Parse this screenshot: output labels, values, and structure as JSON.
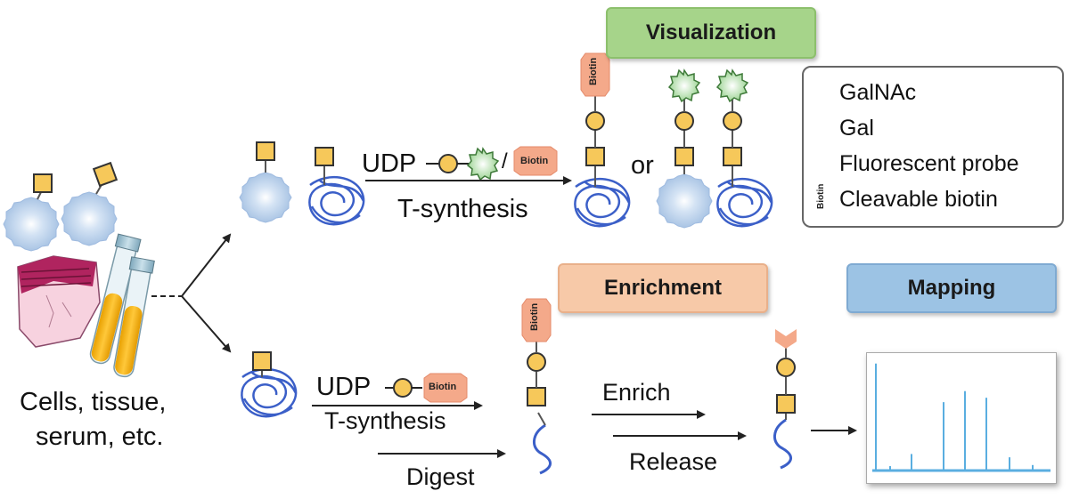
{
  "headers": {
    "visualization": "Visualization",
    "enrichment": "Enrichment",
    "mapping": "Mapping"
  },
  "sample": {
    "line1": "Cells, tissue,",
    "line2": "serum, etc."
  },
  "top_path": {
    "reagent_prefix": "UDP",
    "slash": "/",
    "reaction": "T-synthesis",
    "or": "or"
  },
  "bottom_path": {
    "reagent_prefix": "UDP",
    "reaction": "T-synthesis",
    "digest": "Digest",
    "enrich": "Enrich",
    "release": "Release"
  },
  "biotin_tag": "Biotin",
  "legend": {
    "items": [
      {
        "label": "GalNAc",
        "icon": "galnac-square-icon"
      },
      {
        "label": "Gal",
        "icon": "gal-circle-icon"
      },
      {
        "label": "Fluorescent probe",
        "icon": "fluorescent-probe-star-icon"
      },
      {
        "label": "Cleavable biotin",
        "icon": "cleavable-biotin-icon"
      }
    ]
  },
  "colors": {
    "galnac_fill": "#f6c85a",
    "gal_fill": "#f6c85a",
    "probe_fill": "#b9e3b0",
    "biotin_fill": "#f4a98a",
    "protein_blue": "#3b5fc8",
    "cell_blue": "#b8d0ea",
    "visualization_header": "#a6d48a",
    "enrichment_header": "#f7c9a8",
    "mapping_header": "#9cc3e4",
    "spectrum_line": "#5aaee0"
  },
  "spectrum_peaks": [
    0.97,
    0.04,
    0.15,
    0.62,
    0.72,
    0.66,
    0.12,
    0.05
  ]
}
